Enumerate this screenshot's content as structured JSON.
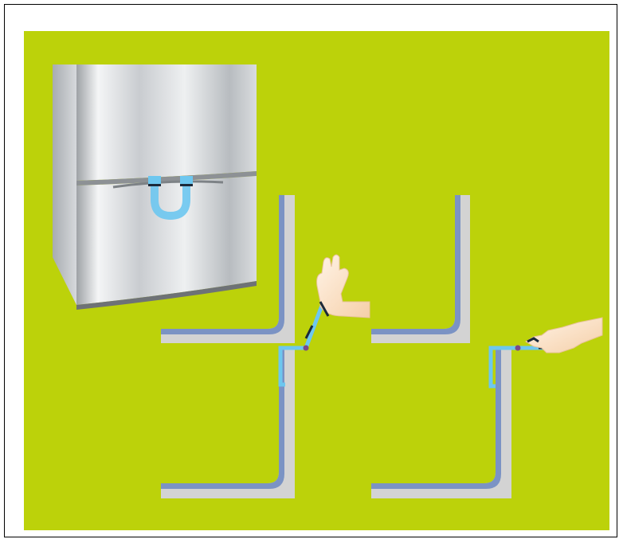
{
  "colors": {
    "background": "#bcd20a",
    "frame": "#000000",
    "wall": "#d3d3d3",
    "wall_liner": "#7b93c4",
    "lock": "#6dc7ef",
    "lock_dark": "#1c2a3a",
    "pivot": "#7a4a8a",
    "skin": "#fbe3c8",
    "appliance_steel": "#c8cbce"
  },
  "illustration": {
    "appliance": "drawer-appliance",
    "lock_state_left": "latched",
    "lock_state_right": "released"
  }
}
